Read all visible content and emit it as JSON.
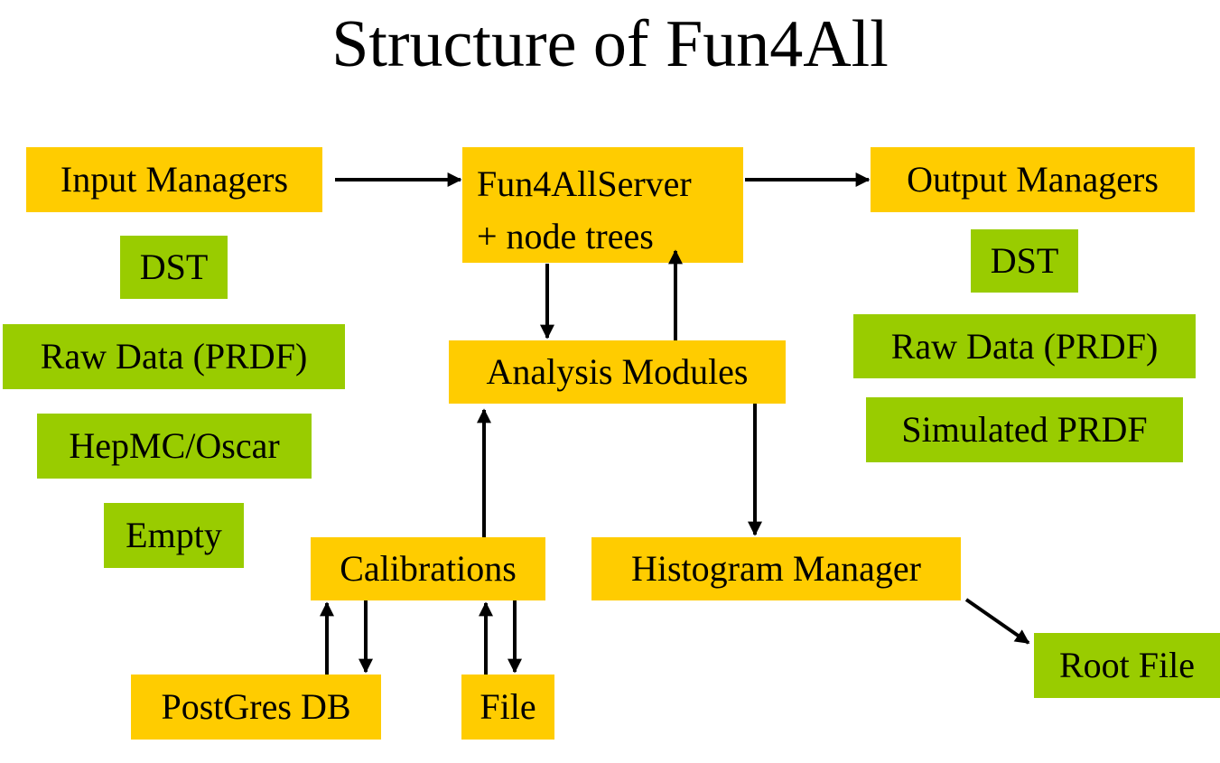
{
  "title": "Structure of Fun4All",
  "boxes": {
    "input_managers": "Input Managers",
    "server_line1": "Fun4AllServer",
    "server_line2": "+ node trees",
    "output_managers": "Output Managers",
    "analysis_modules": "Analysis Modules",
    "calibrations": "Calibrations",
    "histogram_manager": "Histogram Manager",
    "postgres_db": "PostGres DB",
    "file": "File",
    "root_file": "Root File"
  },
  "input_types": [
    "DST",
    "Raw Data (PRDF)",
    "HepMC/Oscar",
    "Empty"
  ],
  "output_types": [
    "DST",
    "Raw Data (PRDF)",
    "Simulated PRDF"
  ],
  "colors": {
    "manager_box": "#FFCC00",
    "type_box": "#99CC00",
    "arrow": "#000000"
  }
}
